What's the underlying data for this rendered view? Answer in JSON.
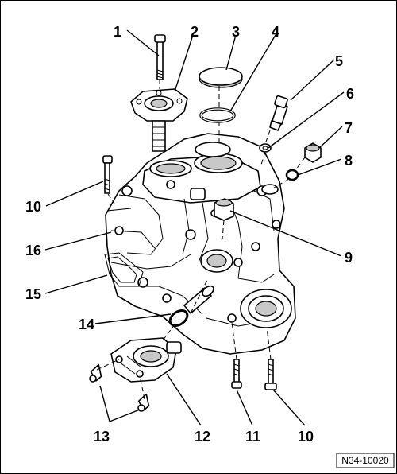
{
  "callouts": [
    {
      "id": "c1",
      "label": "1"
    },
    {
      "id": "c2",
      "label": "2"
    },
    {
      "id": "c3",
      "label": "3"
    },
    {
      "id": "c4",
      "label": "4"
    },
    {
      "id": "c5",
      "label": "5"
    },
    {
      "id": "c6",
      "label": "6"
    },
    {
      "id": "c7",
      "label": "7"
    },
    {
      "id": "c8",
      "label": "8"
    },
    {
      "id": "c9",
      "label": "9"
    },
    {
      "id": "c10a",
      "label": "10"
    },
    {
      "id": "c10b",
      "label": "10"
    },
    {
      "id": "c11",
      "label": "11"
    },
    {
      "id": "c12",
      "label": "12"
    },
    {
      "id": "c13",
      "label": "13"
    },
    {
      "id": "c14",
      "label": "14"
    },
    {
      "id": "c15",
      "label": "15"
    },
    {
      "id": "c16",
      "label": "16"
    }
  ],
  "reference_code": "N34-10020"
}
